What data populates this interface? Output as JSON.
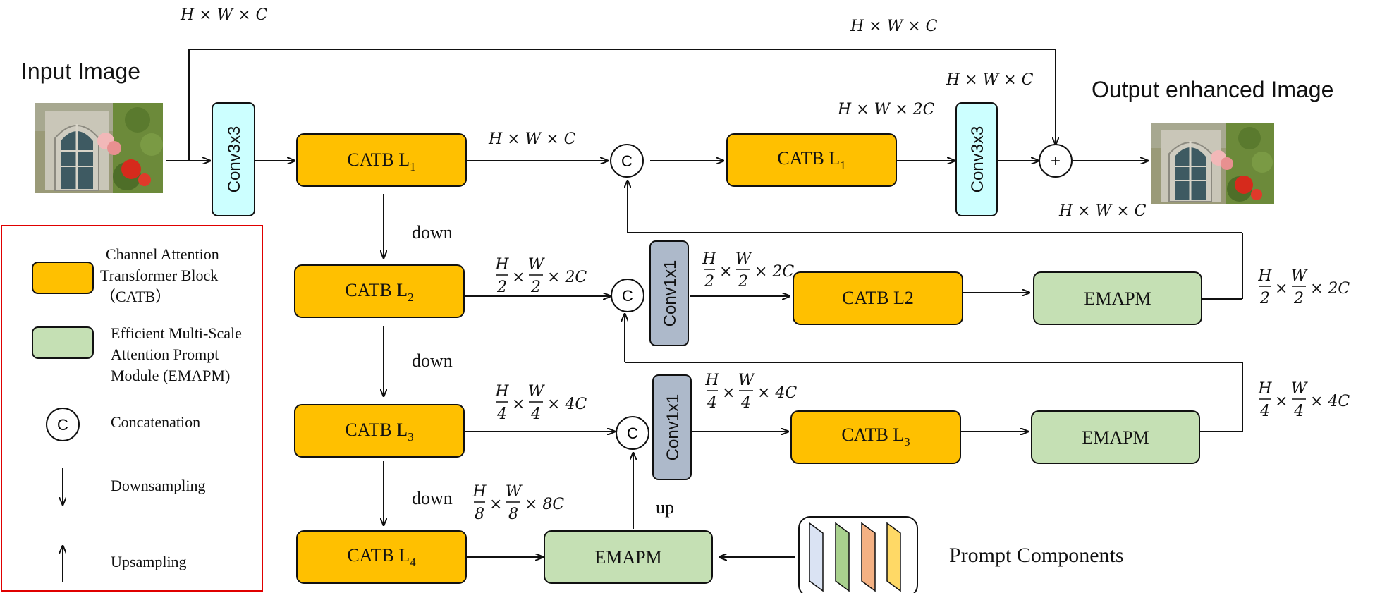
{
  "titles": {
    "input": "Input Image",
    "output": "Output enhanced Image",
    "prompt": "Prompt Components"
  },
  "blocks": {
    "catb_l1_a": {
      "main": "CATB L",
      "sub": "1"
    },
    "catb_l1_b": {
      "main": "CATB L",
      "sub": "1"
    },
    "catb_l2": {
      "main": "CATB L",
      "sub": "2"
    },
    "catb_l2_right": {
      "main": "CATB L2",
      "sub": ""
    },
    "catb_l3": {
      "main": "CATB L",
      "sub": "3"
    },
    "catb_l3_right": {
      "main": "CATB L",
      "sub": "3"
    },
    "catb_l4": {
      "main": "CATB L",
      "sub": "4"
    },
    "emapm": "EMAPM",
    "conv3x3": "Conv3x3",
    "conv1x1": "Conv1x1"
  },
  "ops": {
    "concat": "C",
    "add": "+"
  },
  "flow_labels": {
    "down": "down",
    "up": "up"
  },
  "dims": {
    "hwc": "H × W × C",
    "hw2c": "H × W × 2C",
    "half": {
      "a": "H",
      "b": "2",
      "c": "W",
      "d": "2",
      "e": "× 2C"
    },
    "quarter": {
      "a": "H",
      "b": "4",
      "c": "W",
      "d": "4",
      "e": "× 4C"
    },
    "eighth": {
      "a": "H",
      "b": "8",
      "c": "W",
      "d": "8",
      "e": "× 8C"
    }
  },
  "legend": {
    "catb": [
      "Channel Attention",
      "Transformer Block",
      "（CATB）"
    ],
    "emapm": [
      "Efficient Multi-Scale",
      "Attention Prompt",
      "Module (EMAPM)"
    ],
    "concat": "Concatenation",
    "down": "Downsampling",
    "up": "Upsampling",
    "symbol": "C"
  },
  "colors": {
    "catb": "#ffc000",
    "emapm": "#c5e0b4",
    "conv3x3": "#ccffff",
    "conv1x1": "#adb9ca",
    "legend_border": "#e00000",
    "prompt_strips": [
      "#dae3f3",
      "#a9d18e",
      "#f4b183",
      "#ffd966"
    ]
  }
}
